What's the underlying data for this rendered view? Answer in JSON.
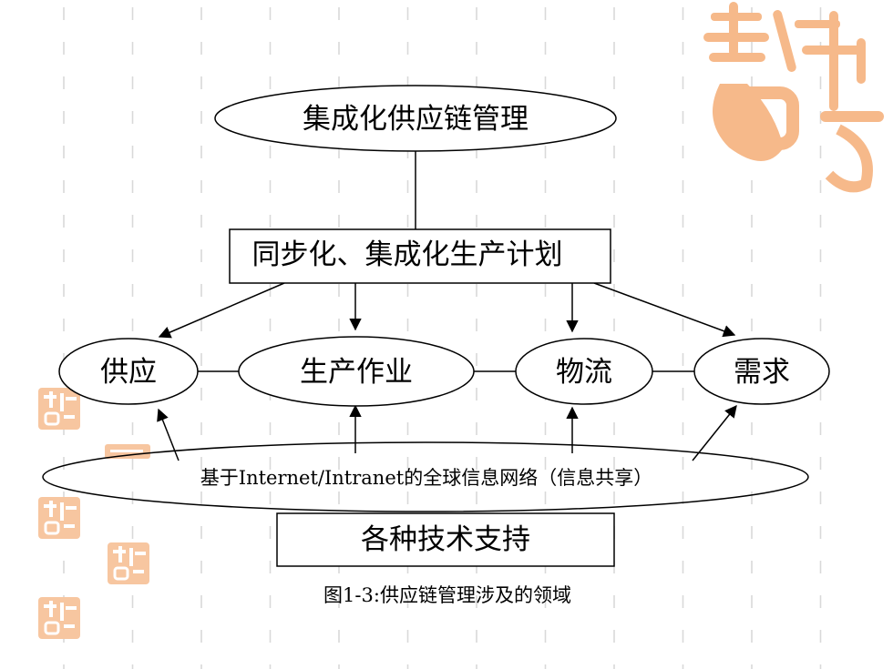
{
  "diagram": {
    "top_node": "集成化供应链管理",
    "plan_box": "同步化、集成化生产计划",
    "functions": [
      "供应",
      "生产作业",
      "物流",
      "需求"
    ],
    "network_node": "基于Internet/Intranet的全球信息网络（信息共享）",
    "support_box": "各种技术支持",
    "caption": "图1-3:供应链管理涉及的领域"
  },
  "decoration": {
    "seal_color": "#f6b98a",
    "grid_color": "#d9d9d9",
    "seal_icon": "auspicious-seal-icon"
  }
}
